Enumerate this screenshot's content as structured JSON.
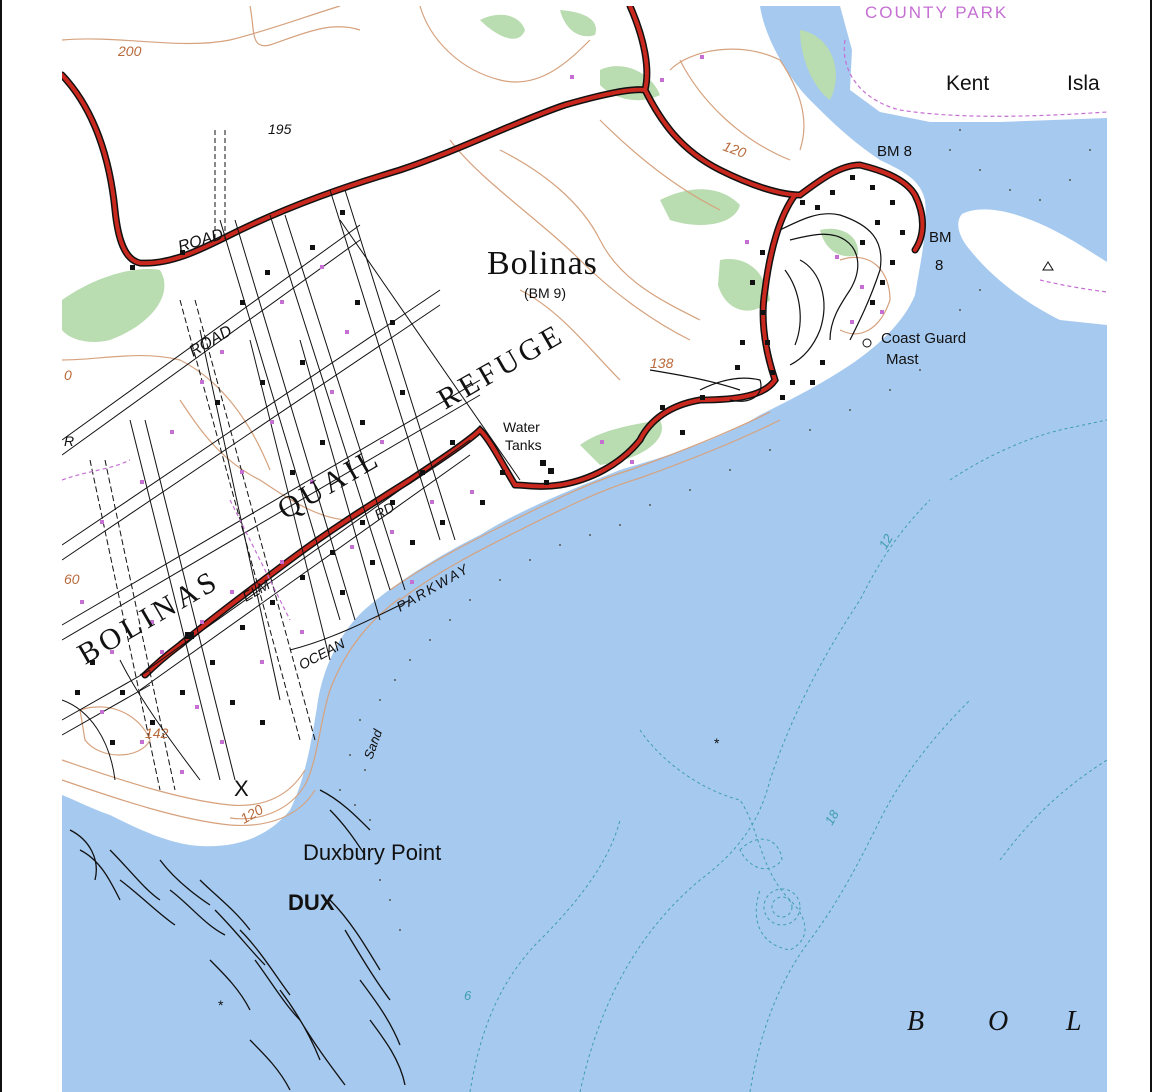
{
  "map": {
    "colors": {
      "water": "#a6c9ef",
      "land": "#ffffff",
      "vegetation": "#b9dcb0",
      "contour": "#d6a27e",
      "road_red": "#c9281e",
      "building": "#111111",
      "purple": "#c56fd3",
      "water_contour": "#3f9db0"
    },
    "places": {
      "town": "Bolinas",
      "town_bm": "(BM 9)",
      "refuge_words": [
        "BOLINAS",
        "QUAIL",
        "REFUGE"
      ],
      "kent_island": "Kent",
      "kent_island_suffix": "Isla",
      "county_park": "COUNTY  PARK",
      "point": "Duxbury Point",
      "dux": "DUX",
      "bay_letters": [
        "B",
        "O",
        "L"
      ]
    },
    "roads": {
      "road_1": "ROAD",
      "road_2": "ROAD",
      "elm": "ELM",
      "rd": "RD",
      "ocean": "OCEAN",
      "parkway": "PARKWAY"
    },
    "features": {
      "water_tanks_1": "Water",
      "water_tanks_2": "Tanks",
      "coast_guard_1": "Coast Guard",
      "coast_guard_2": "Mast",
      "bm_8_a": "BM 8",
      "bm_8_b_1": "BM",
      "bm_8_b_2": "8",
      "sand": "Sand",
      "x_mark": "X"
    },
    "elevations": {
      "e200": "200",
      "e195": "195",
      "e120a": "120",
      "e138": "138",
      "e142": "142",
      "e120b": "120",
      "e60": "60",
      "e0": "0",
      "er": "R"
    },
    "depths": {
      "d12": "12",
      "d18": "18",
      "d6": "6"
    }
  }
}
